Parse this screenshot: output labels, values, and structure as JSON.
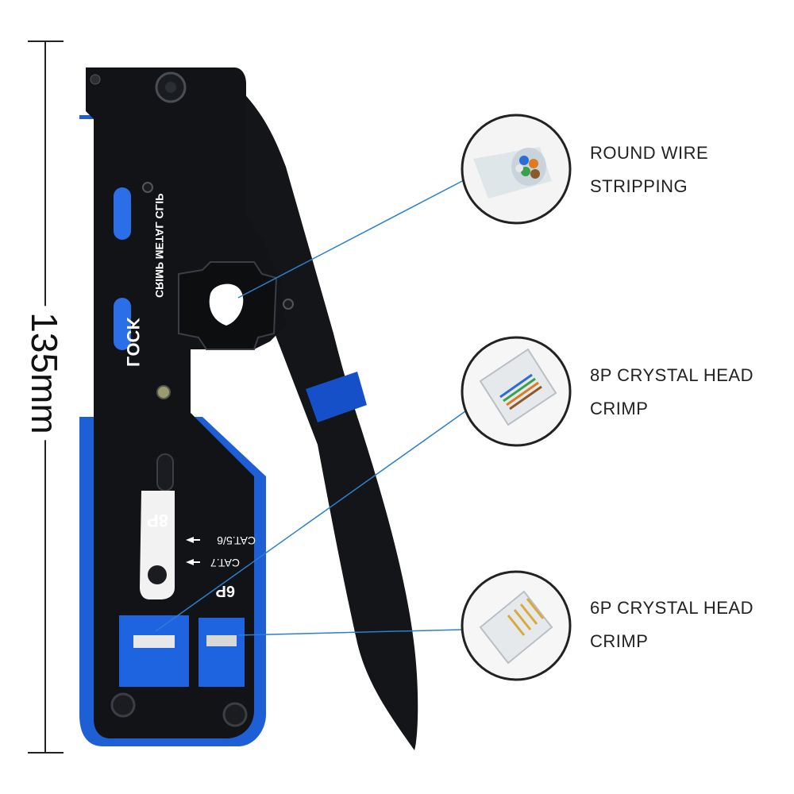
{
  "dimension": {
    "label": "135mm"
  },
  "callouts": [
    {
      "line1": "ROUND WIRE",
      "line2": "STRIPPING"
    },
    {
      "line1": "8P CRYSTAL HEAD",
      "line2": "CRIMP"
    },
    {
      "line1": "6P CRYSTAL HEAD",
      "line2": "CRIMP"
    }
  ],
  "tool_markings": {
    "crimp_clip": "CRIMP METAL CLIP",
    "lock": "LOCK",
    "port_8p": "8P",
    "port_6p": "6P",
    "cat56": "CAT.5/6",
    "cat7": "CAT.7"
  },
  "colors": {
    "tool_black": "#121316",
    "tool_blue": "#1f5fd6",
    "handle_blue": "#1650c8",
    "leader_line": "#2a7fcf",
    "dimension_line": "#222222"
  }
}
